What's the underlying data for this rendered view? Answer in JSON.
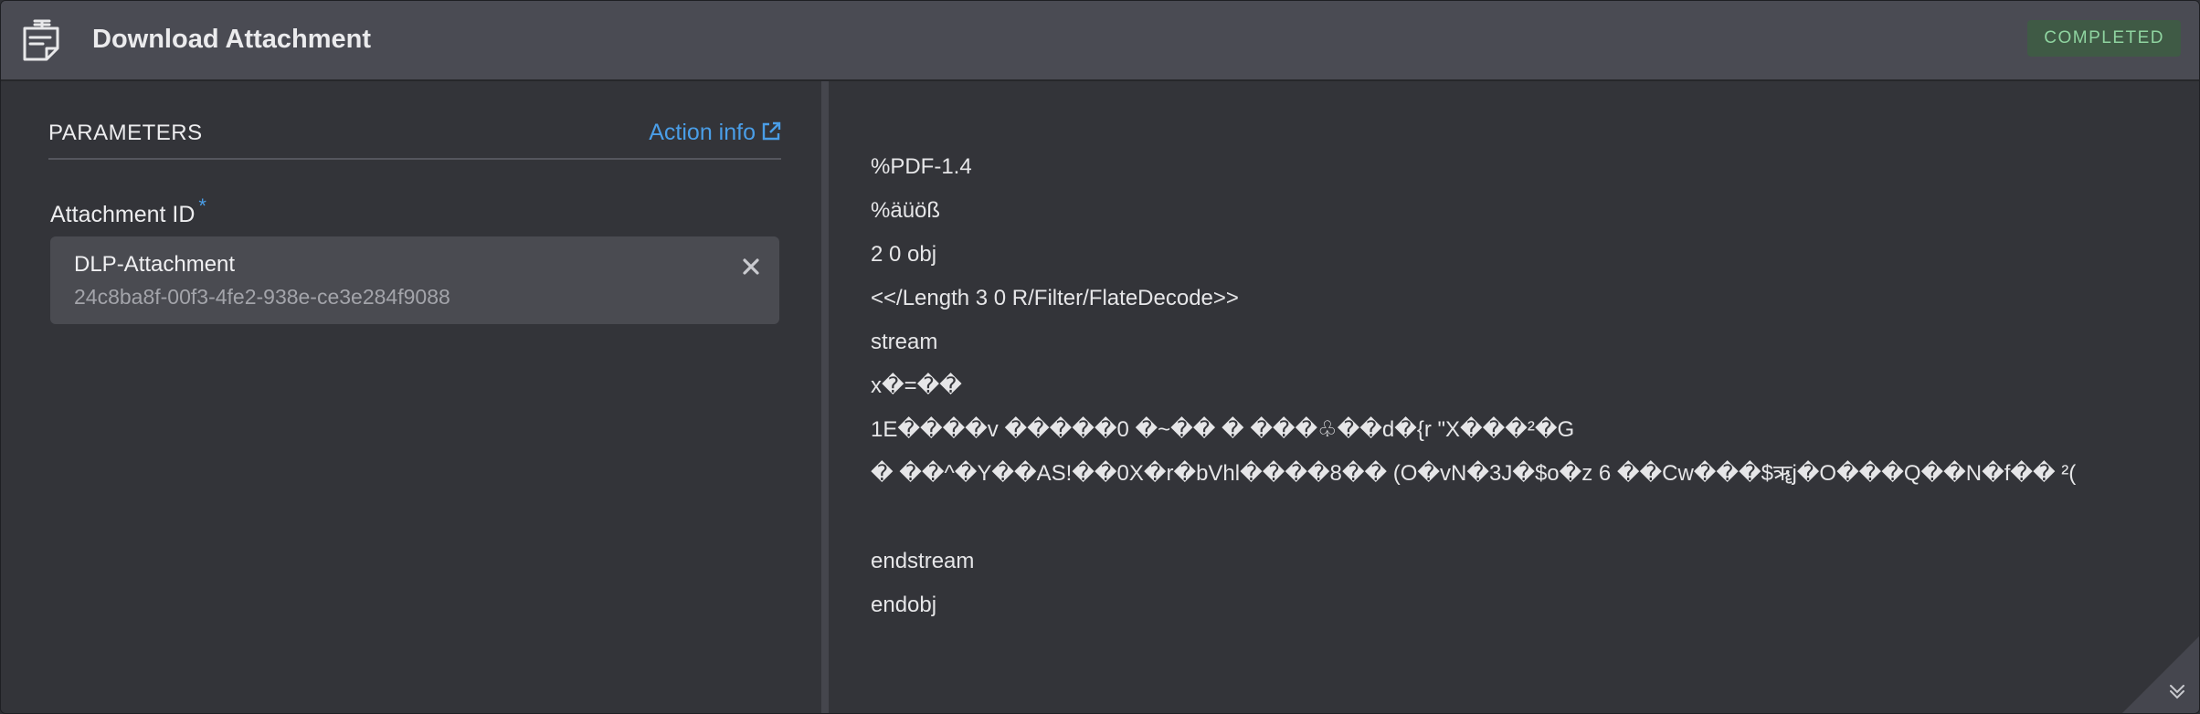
{
  "header": {
    "title": "Download Attachment",
    "icon": "note-document-icon",
    "status": "COMPLETED",
    "status_color": "#8fd4a0"
  },
  "parameters": {
    "section_title": "PARAMETERS",
    "action_info_label": "Action info",
    "field_label": "Attachment ID",
    "required_mark": "*",
    "attachment_name": "DLP-Attachment",
    "attachment_id": "24c8ba8f-00f3-4fe2-938e-ce3e284f9088"
  },
  "output": {
    "lines": [
      "%PDF-1.4",
      "%äüöß",
      "2 0 obj",
      "<</Length 3 0 R/Filter/FlateDecode>>",
      "stream",
      "x�=��",
      "1E����v �����0 �~�� � ���♧��d�{r \"X���²�G",
      "� ��^�Y��AS!��0X�r�bVhl����8�� (O�vN�3J�$o�z 6 ��Cw���$ॠj�O���Q��N�f�� ²(",
      "",
      "endstream",
      "endobj"
    ]
  },
  "colors": {
    "accent": "#4a9ee8",
    "header_bg": "#4a4b53",
    "panel_bg": "#333439"
  }
}
